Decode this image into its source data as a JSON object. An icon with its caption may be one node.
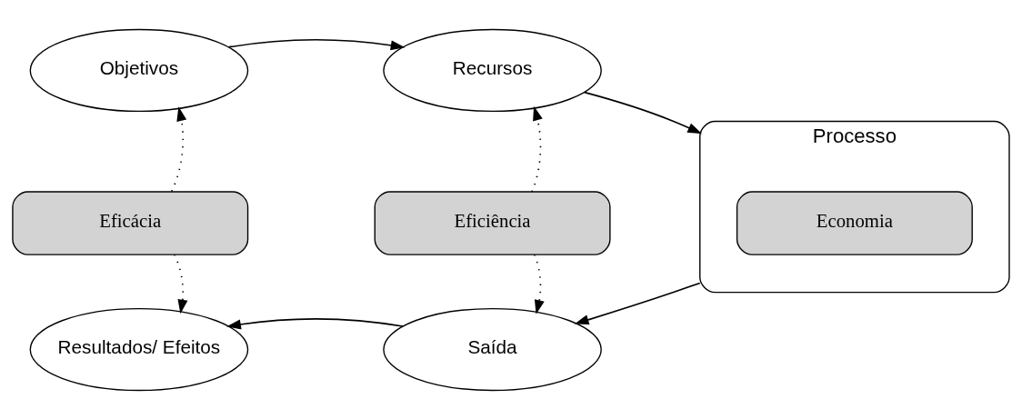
{
  "diagram": {
    "nodes": [
      {
        "text": [
          "Objetivos"
        ]
      },
      {
        "text": [
          "Recursos"
        ]
      },
      {
        "text": [
          "Processo"
        ]
      },
      {
        "text": [
          "Economia"
        ],
        "in": 2
      },
      {
        "text": [
          "Eficácia"
        ]
      },
      {
        "text": [
          "Eficiência"
        ]
      },
      {
        "text": [
          "Resultados/ Efeitos"
        ]
      },
      {
        "text": [
          "Saída"
        ]
      }
    ],
    "edges": [
      {
        "from": 0,
        "to": 1,
        "arrow": "to"
      },
      {
        "from": 1,
        "to": 2,
        "arrow": "to"
      },
      {
        "from": 2,
        "to": 7,
        "arrow": "to"
      },
      {
        "from": 7,
        "to": 6,
        "arrow": "to"
      },
      {
        "from": 4,
        "to": 0,
        "arrow": "to",
        "style": "dashed"
      },
      {
        "from": 4,
        "to": 6,
        "arrow": "to",
        "style": "dashed"
      },
      {
        "from": 5,
        "to": 1,
        "arrow": "to",
        "style": "dashed"
      },
      {
        "from": 5,
        "to": 7,
        "arrow": "to",
        "style": "dashed"
      }
    ]
  }
}
